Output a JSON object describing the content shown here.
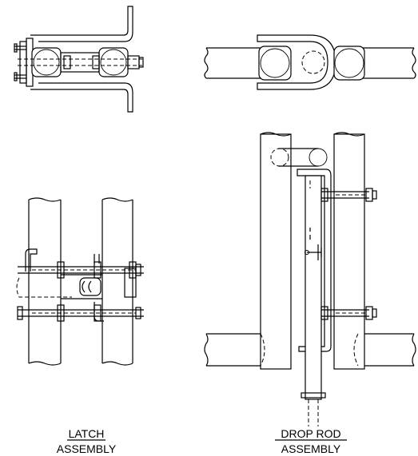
{
  "drawing": {
    "labels": {
      "latch_line1": "LATCH",
      "latch_line2": "ASSEMBLY",
      "droprod_line1": "DROP ROD",
      "droprod_line2": "ASSEMBLY"
    },
    "colors": {
      "ink": "#000000",
      "paper": "#ffffff"
    }
  }
}
